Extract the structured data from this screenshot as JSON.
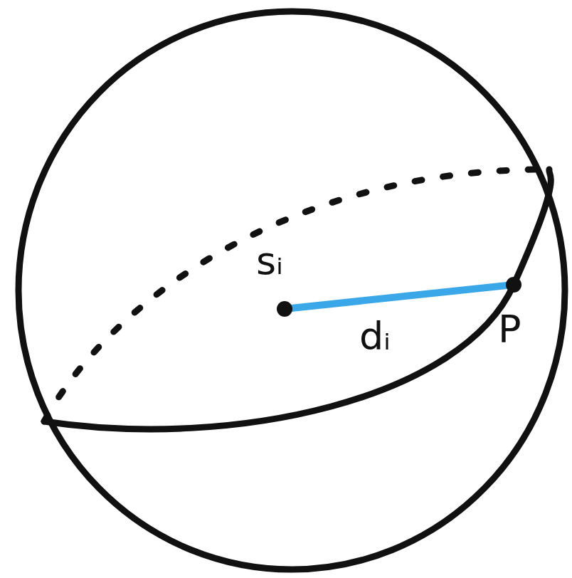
{
  "diagram": {
    "labels": [
      "sᵢ",
      "dᵢ",
      "P"
    ]
  }
}
